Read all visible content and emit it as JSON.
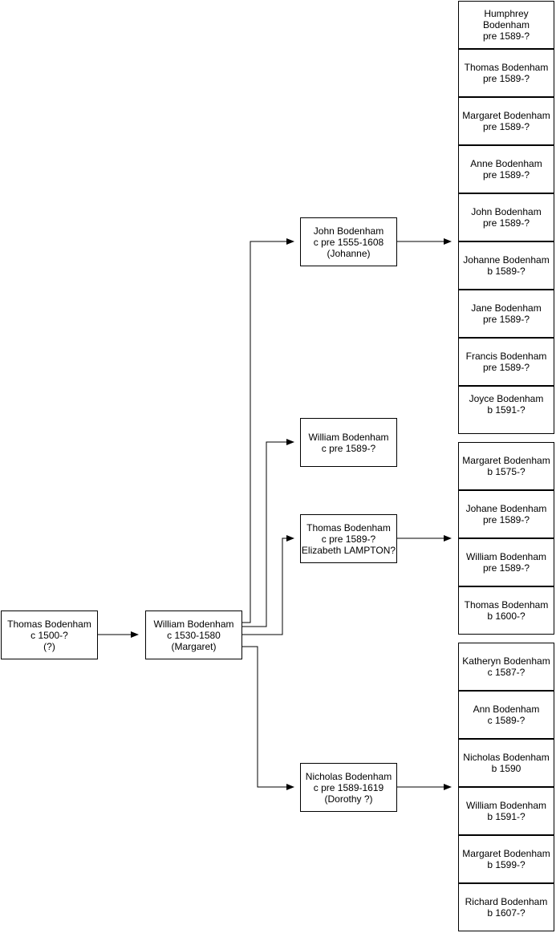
{
  "people": {
    "thomas_root": {
      "lines": [
        "Thomas Bodenham",
        "c 1500-?",
        "(?)"
      ]
    },
    "william": {
      "lines": [
        "William Bodenham",
        "c 1530-1580",
        "(Margaret)"
      ]
    },
    "john": {
      "lines": [
        "John Bodenham",
        "c pre 1555-1608",
        "(Johanne)"
      ]
    },
    "william_jr": {
      "lines": [
        "William Bodenham",
        "c pre 1589-?"
      ]
    },
    "thomas_jr": {
      "lines": [
        "Thomas Bodenham",
        "c pre 1589-?",
        "Elizabeth LAMPTON?"
      ]
    },
    "nicholas": {
      "lines": [
        "Nicholas Bodenham",
        "c pre 1589-1619",
        "(Dorothy ?)"
      ]
    }
  },
  "children": {
    "john": [
      {
        "lines": [
          "Humphrey",
          "Bodenham",
          "pre 1589-?"
        ]
      },
      {
        "lines": [
          "Thomas Bodenham",
          "pre 1589-?"
        ]
      },
      {
        "lines": [
          "Margaret Bodenham",
          "pre 1589-?"
        ]
      },
      {
        "lines": [
          "Anne Bodenham",
          "pre 1589-?"
        ]
      },
      {
        "lines": [
          "John Bodenham",
          "pre 1589-?"
        ]
      },
      {
        "lines": [
          "Johanne Bodenham",
          "b 1589-?"
        ]
      },
      {
        "lines": [
          "Jane Bodenham",
          "pre 1589-?"
        ]
      },
      {
        "lines": [
          "Francis Bodenham",
          "pre 1589-?"
        ]
      },
      {
        "lines": [
          "Joyce Bodenham",
          "b 1591-?"
        ]
      }
    ],
    "thomas": [
      {
        "lines": [
          "Margaret Bodenham",
          "b 1575-?"
        ]
      },
      {
        "lines": [
          "Johane Bodenham",
          "pre 1589-?"
        ]
      },
      {
        "lines": [
          "William Bodenham",
          "pre 1589-?"
        ]
      },
      {
        "lines": [
          "Thomas Bodenham",
          "b 1600-?"
        ]
      }
    ],
    "nicholas": [
      {
        "lines": [
          "Katheryn Bodenham",
          "c 1587-?"
        ]
      },
      {
        "lines": [
          "Ann Bodenham",
          "c 1589-?"
        ]
      },
      {
        "lines": [
          "Nicholas Bodenham",
          "b 1590"
        ]
      },
      {
        "lines": [
          "William Bodenham",
          "b 1591-?"
        ]
      },
      {
        "lines": [
          "Margaret Bodenham",
          "b 1599-?"
        ]
      },
      {
        "lines": [
          "Richard Bodenham",
          "b 1607-?"
        ]
      }
    ]
  }
}
